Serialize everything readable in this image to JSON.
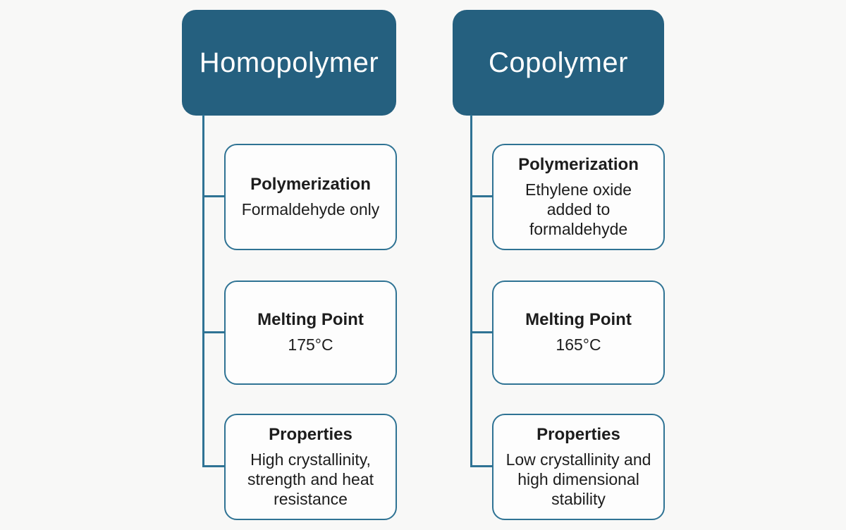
{
  "diagram": {
    "columns": [
      {
        "id": "homopolymer",
        "header": "Homopolymer",
        "items": [
          {
            "title": "Polymerization",
            "body": "Formaldehyde only"
          },
          {
            "title": "Melting Point",
            "body": "175°C"
          },
          {
            "title": "Properties",
            "body": "High crystallinity, strength and heat resistance"
          }
        ]
      },
      {
        "id": "copolymer",
        "header": "Copolymer",
        "items": [
          {
            "title": "Polymerization",
            "body": "Ethylene oxide added to formaldehyde"
          },
          {
            "title": "Melting Point",
            "body": "165°C"
          },
          {
            "title": "Properties",
            "body": "Low crystallinity and high dimensional stability"
          }
        ]
      }
    ]
  },
  "theme": {
    "background": "#f8f8f7",
    "header_fill": "#25607f",
    "header_text": "#ffffff",
    "box_fill": "#fdfdfd",
    "box_border": "#2f7394",
    "connector": "#2f7394",
    "text": "#1d1d1d"
  }
}
